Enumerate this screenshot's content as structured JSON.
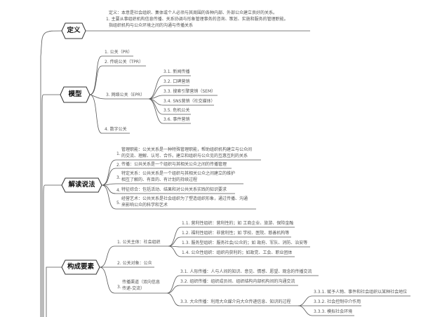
{
  "topics": {
    "definition": {
      "label": "定义",
      "lines": [
        "定义：本意是社会组织、集体或个人必须与其周围的各种内部、外部公众建立良好的关系。",
        "1. 主要从事组织机构信息传播、关系协调与形象管理事务的咨询、策划、实施和服务的管理职能。",
        "指组织机构与公众环境之间的沟通与传播关系"
      ]
    },
    "model": {
      "label": "模型",
      "items": [
        "1. 公关（PR）",
        "2. 传统公关（TPR）",
        "3. 网络公关（EPR）",
        "4. 数字公关"
      ],
      "epr_sub": [
        "3.1. 新闻传播",
        "3.2. 口碑营销",
        "3.3. 搜索引擎营销（SEM）",
        "3.4. SNS营销（社交媒体）",
        "3.5. 危机公关",
        "3.6. 事件营销"
      ]
    },
    "interpretation": {
      "label": "解读说法",
      "items": [
        [
          "1.",
          "管理职能：公关关系是一种特殊管理职能，帮助组织机构建立与公众间",
          "的交流、理解、认可、合作。建立和组织与公众见的互惠互利的关系"
        ],
        [
          "2.",
          "传播：公共关系是一个组织与其相关公众之间的传播管理",
          ""
        ],
        [
          "3.",
          "特定关系：公共关系是一个组织与其相关公众之间建立的维护",
          "相互了解的、有目的、有计划的持续过程"
        ],
        [
          "4.",
          "特征综合：包括活动、结果和对公共关系实践的知识要求",
          ""
        ],
        [
          "5.",
          "经营艺术：公共关系是社会组织为了塑造组织形象，通过传播、沟通",
          "来影响公众的科学和艺术"
        ]
      ]
    },
    "elements": {
      "label": "构成要素",
      "subject": "1. 公关主体：社会组织",
      "subject_sub": [
        "1.1. 营利性组织：营利性的；如 工商企业、旅游、保险金融",
        "1.2. 福利性组织：非营利性；如 学校、医院、慈善机构等",
        "1.3. 服务型组织：服务社会/公众的；如 政府、军队、消防、治安等",
        "1.4. 公众性组织：组织内获利的；如政党、工会、职业团体"
      ],
      "object": "2. 公关对象：公众",
      "channel_num": "3.",
      "channel": [
        "传播渠道（双向信息",
        "传递-交流）"
      ],
      "channel_sub": [
        "3.1. 人际传播：人与人间的知识、意见、情感、愿望、观念的传播交流",
        "3.2. 组织传播：组织成员间、组织结构内部机构间的沟通交流",
        "3.3. 大众传播：利用大众媒介向大众传递信息、知识的过程"
      ],
      "mass_sub": [
        "3.3.1. 赋予人物、事件和社会组织以某种社会地位",
        "3.3.2. 社会控制中介作用",
        "3.3.3. 模拟社会环境"
      ]
    }
  }
}
